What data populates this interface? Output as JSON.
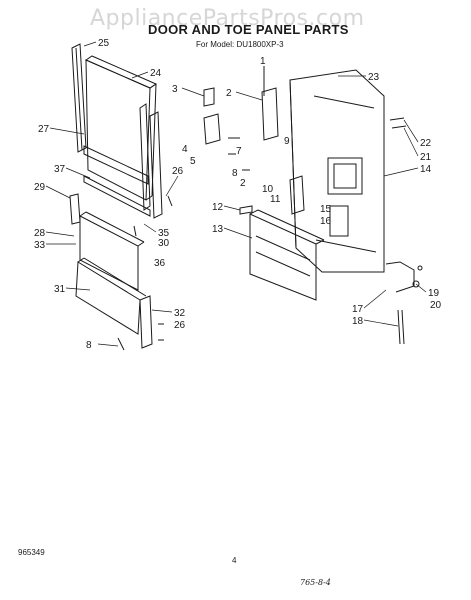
{
  "watermark": "AppliancePartsPros.com",
  "title": "DOOR AND TOE PANEL PARTS",
  "subtitle": "For Model: DU1800XP-3",
  "callouts": [
    "25",
    "24",
    "27",
    "3",
    "2",
    "1",
    "23",
    "4",
    "5",
    "7",
    "9",
    "26",
    "37",
    "29",
    "28",
    "33",
    "35",
    "30",
    "36",
    "12",
    "13",
    "8",
    "2",
    "10",
    "11",
    "22",
    "21",
    "14",
    "15",
    "16",
    "31",
    "32",
    "26",
    "8",
    "19",
    "20",
    "17",
    "18"
  ],
  "footer": {
    "left": "965349",
    "center": "4",
    "right": "765-8-4"
  },
  "colors": {
    "line": "#1a1a1a",
    "watermark": "#d6d6d6"
  }
}
